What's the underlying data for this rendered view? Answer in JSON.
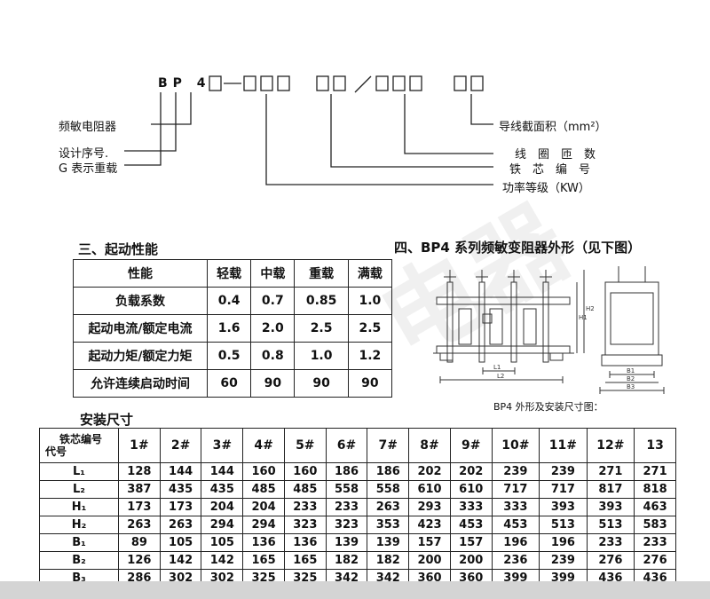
{
  "code": {
    "prefix": "BP 4",
    "left_labels": [
      "频敏电阻器",
      "设计序号.",
      "G 表示重载"
    ],
    "right_labels": [
      "导线截面积（mm²）",
      "线　圈　匝　数",
      "铁　芯　编　号",
      "功率等级（KW）"
    ]
  },
  "sections": {
    "startup_title": "三、起动性能",
    "shape_title": "四、BP4 系列频敏变阻器外形（见下图）",
    "install_title": "安装尺寸",
    "drawing_caption": "BP4 外形及安装尺寸图："
  },
  "drawing_labels": [
    "H1",
    "H2",
    "L1",
    "L2",
    "B1",
    "B2",
    "B3"
  ],
  "startup_table": {
    "headers": [
      "性能",
      "轻载",
      "中载",
      "重载",
      "满载"
    ],
    "rows": [
      [
        "负载系数",
        "0.4",
        "0.7",
        "0.85",
        "1.0"
      ],
      [
        "起动电流/额定电流",
        "1.6",
        "2.0",
        "2.5",
        "2.5"
      ],
      [
        "起动力矩/额定力矩",
        "0.5",
        "0.8",
        "1.0",
        "1.2"
      ],
      [
        "允许连续启动时间",
        "60",
        "90",
        "90",
        "90"
      ]
    ]
  },
  "install_table": {
    "corner_top": "铁芯编号",
    "corner_bottom": "代号",
    "headers": [
      "1#",
      "2#",
      "3#",
      "4#",
      "5#",
      "6#",
      "7#",
      "8#",
      "9#",
      "10#",
      "11#",
      "12#",
      "13"
    ],
    "rows": [
      {
        "label": "L₁",
        "values": [
          "128",
          "144",
          "144",
          "160",
          "160",
          "186",
          "186",
          "202",
          "202",
          "239",
          "239",
          "271",
          "271"
        ]
      },
      {
        "label": "L₂",
        "values": [
          "387",
          "435",
          "435",
          "485",
          "485",
          "558",
          "558",
          "610",
          "610",
          "717",
          "717",
          "817",
          "818"
        ]
      },
      {
        "label": "H₁",
        "values": [
          "173",
          "173",
          "204",
          "204",
          "233",
          "233",
          "263",
          "293",
          "333",
          "333",
          "393",
          "393",
          "463"
        ]
      },
      {
        "label": "H₂",
        "values": [
          "263",
          "263",
          "294",
          "294",
          "323",
          "323",
          "353",
          "423",
          "453",
          "453",
          "513",
          "513",
          "583"
        ]
      },
      {
        "label": "B₁",
        "values": [
          "89",
          "105",
          "105",
          "136",
          "136",
          "139",
          "139",
          "157",
          "157",
          "196",
          "196",
          "233",
          "233"
        ]
      },
      {
        "label": "B₂",
        "values": [
          "126",
          "142",
          "142",
          "165",
          "165",
          "182",
          "182",
          "200",
          "200",
          "236",
          "239",
          "276",
          "276"
        ]
      },
      {
        "label": "B₃",
        "values": [
          "286",
          "302",
          "302",
          "325",
          "325",
          "342",
          "342",
          "360",
          "360",
          "399",
          "399",
          "436",
          "436"
        ]
      }
    ]
  },
  "watermark": "电器"
}
